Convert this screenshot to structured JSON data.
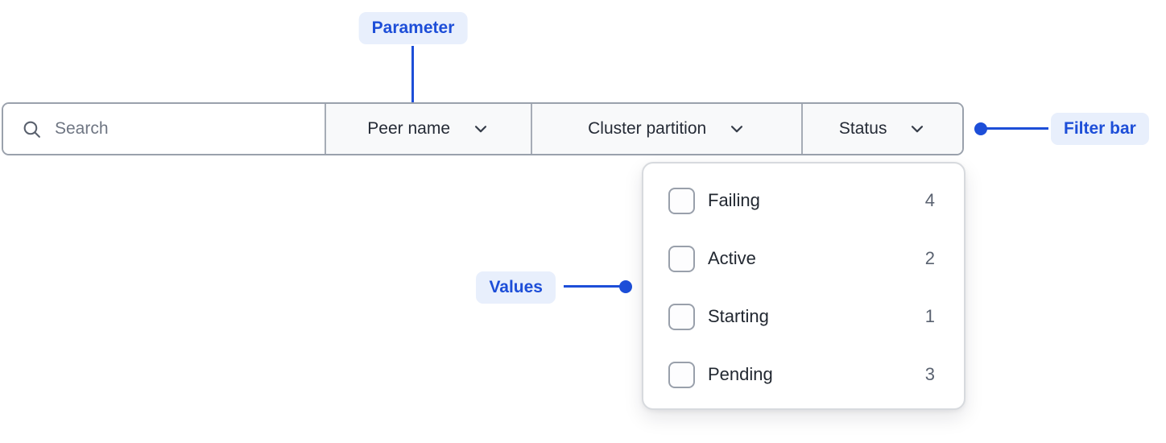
{
  "annotations": {
    "parameter": {
      "label": "Parameter"
    },
    "filter_bar": {
      "label": "Filter bar"
    },
    "values": {
      "label": "Values"
    }
  },
  "filter_bar": {
    "search": {
      "placeholder": "Search",
      "value": "",
      "icon": "search-icon"
    },
    "dropdowns": [
      {
        "label": "Peer name",
        "icon": "chevron-down-icon"
      },
      {
        "label": "Cluster partition",
        "icon": "chevron-down-icon"
      },
      {
        "label": "Status",
        "icon": "chevron-down-icon",
        "open": true
      }
    ]
  },
  "status_dropdown": {
    "options": [
      {
        "label": "Failing",
        "count": 4,
        "checked": false
      },
      {
        "label": "Active",
        "count": 2,
        "checked": false
      },
      {
        "label": "Starting",
        "count": 1,
        "checked": false
      },
      {
        "label": "Pending",
        "count": 3,
        "checked": false
      }
    ]
  },
  "colors": {
    "accent_blue": "#1d4ed8",
    "badge_background": "#e8effc",
    "filterbar_border": "#9aa1ac",
    "dropdown_background": "#f8f9fa",
    "panel_border": "#d7dade",
    "text_dark": "#222831",
    "text_muted": "#5a6270"
  }
}
